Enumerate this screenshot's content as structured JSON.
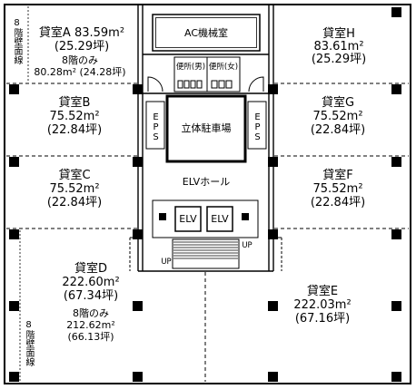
{
  "rooms": {
    "a": {
      "name": "貸室A",
      "area": "83.59m²",
      "tsubo": "(25.29坪)",
      "note": "8階のみ",
      "note_area": "80.28m²",
      "note_tsubo": "(24.28坪)"
    },
    "b": {
      "name": "貸室B",
      "area": "75.52m²",
      "tsubo": "(22.84坪)"
    },
    "c": {
      "name": "貸室C",
      "area": "75.52m²",
      "tsubo": "(22.84坪)"
    },
    "d": {
      "name": "貸室D",
      "area": "222.60m²",
      "tsubo": "(67.34坪)",
      "note": "8階のみ",
      "note_area": "212.62m²",
      "note_tsubo": "(66.13坪)"
    },
    "e": {
      "name": "貸室E",
      "area": "222.03m²",
      "tsubo": "(67.16坪)"
    },
    "f": {
      "name": "貸室F",
      "area": "75.52m²",
      "tsubo": "(22.84坪)"
    },
    "g": {
      "name": "貸室G",
      "area": "75.52m²",
      "tsubo": "(22.84坪)"
    },
    "h": {
      "name": "貸室H",
      "area": "83.61m²",
      "tsubo": "(25.29坪)"
    }
  },
  "core": {
    "ac_room": "AC機械室",
    "toilet_men": "便所(男)",
    "toilet_women": "便所(女)",
    "parking": "立体駐車場",
    "eps_left": "EPS",
    "eps_right": "EPS",
    "elv_hall": "ELVホール",
    "elevators": [
      "ELV",
      "ELV"
    ],
    "stair_up_upper": "UP",
    "stair_up_lower": "UP"
  },
  "annotations": {
    "wall_line_top": "8階壁面線",
    "wall_line_bottom": "8階壁面線"
  },
  "colors": {
    "line": "#000000",
    "background": "#ffffff"
  }
}
